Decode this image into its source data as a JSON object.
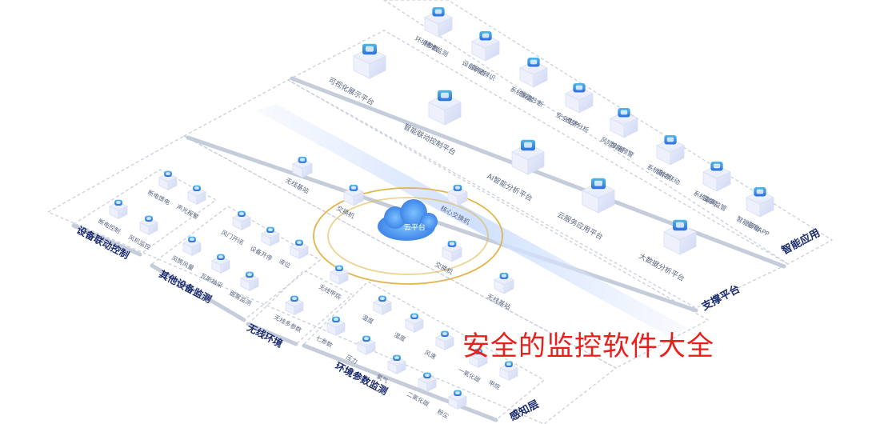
{
  "colors": {
    "accent": "#3a6df0",
    "layer_text": "#1a2a6e",
    "ring": "#e2b44a",
    "overlay": "#e8201c"
  },
  "layers": {
    "smart_app": "智能应用",
    "support": "支撑平台",
    "perception": "感知层",
    "device_linkage": "设备联动控制",
    "other_device": "其他设备监测",
    "wireless": "无线环境",
    "env_param": "环境参数监测"
  },
  "apps": [
    {
      "name": "环境参数精准监测",
      "icon": "monitor-icon"
    },
    {
      "name": "设备状态智能辨识",
      "icon": "device-icon"
    },
    {
      "name": "系统异常智能诊断",
      "icon": "alert-icon"
    },
    {
      "name": "安全生产态势分析",
      "icon": "chart-icon"
    },
    {
      "name": "风险灾害智能预警",
      "icon": "warning-icon"
    },
    {
      "name": "系统融合自动联动",
      "icon": "link-icon"
    },
    {
      "name": "系统联网监察监管",
      "icon": "network-icon"
    },
    {
      "name": "智能移动应用APP",
      "icon": "mobile-icon"
    }
  ],
  "platforms": [
    {
      "name": "可视化展示平台",
      "icon": "display-icon"
    },
    {
      "name": "智能联动控制平台",
      "icon": "control-icon"
    },
    {
      "name": "AI智能分析平台",
      "icon": "ai-icon"
    },
    {
      "name": "云服务应用平台",
      "icon": "cloud-server-icon"
    },
    {
      "name": "大数据分析平台",
      "icon": "bigdata-icon"
    }
  ],
  "network": {
    "core": "核心交换机",
    "switch_a": "交换机",
    "switch_b": "交换机",
    "base_a": "无线基站",
    "base_b": "无线基站"
  },
  "device_linkage_items": [
    "断电馈电",
    "声光报警",
    "断电控制",
    "风机监控"
  ],
  "other_device_items": [
    "风门开闭",
    "设备开停",
    "风筒风量",
    "瓦斯抽采",
    "烟雾监测",
    "液位"
  ],
  "wireless_items": [
    "无线甲烷",
    "无线多参数"
  ],
  "env_items": [
    "温度",
    "湿度",
    "风速",
    "一氧化碳",
    "七参数",
    "压力",
    "氧气",
    "二氧化碳",
    "甲烷",
    "粉尘"
  ],
  "overlay_text": "安全的监控软件大全"
}
